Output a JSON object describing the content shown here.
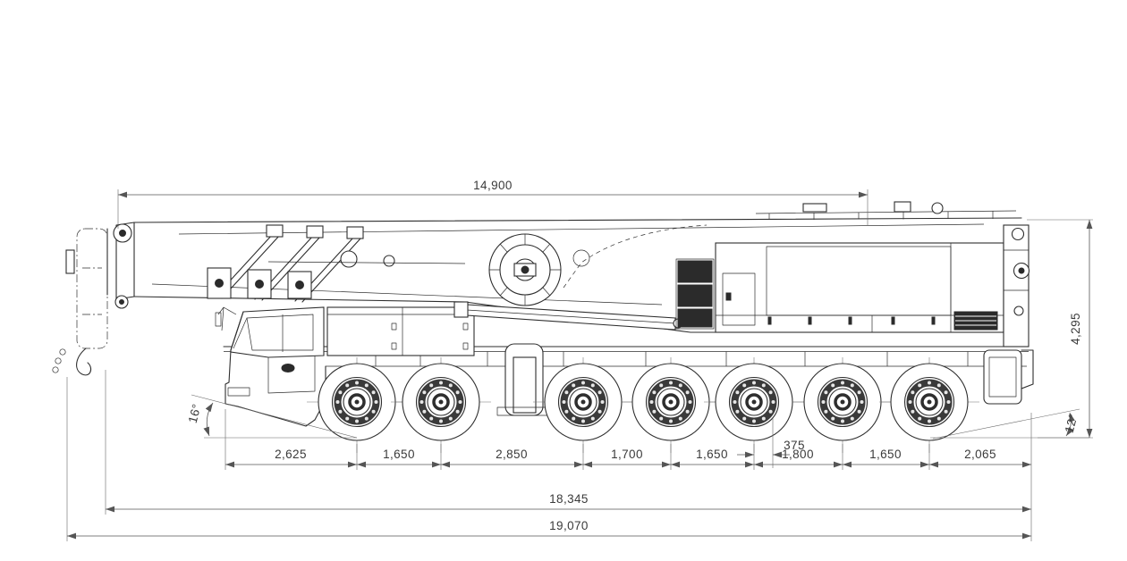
{
  "diagram": {
    "type": "technical-drawing",
    "subject": "7-axle all-terrain mobile crane, side elevation in transport position",
    "units": "mm",
    "colors": {
      "background": "#ffffff",
      "line": "#2e2e2e",
      "dimension_line": "#555555",
      "text": "#3a3a3a",
      "dark_fill": "#2b2b2b"
    },
    "dims": {
      "boom_front_length": "14,900",
      "overall_height": "4,295",
      "bottom_row": [
        "2,625",
        "1,650",
        "2,850",
        "1,700",
        "1,650",
        "1,800",
        "1,650",
        "2,065"
      ],
      "slew_offset": "375",
      "chassis_length": "18,345",
      "overall_length": "19,070",
      "approach_angle": "16°",
      "departure_angle": "12°"
    }
  }
}
